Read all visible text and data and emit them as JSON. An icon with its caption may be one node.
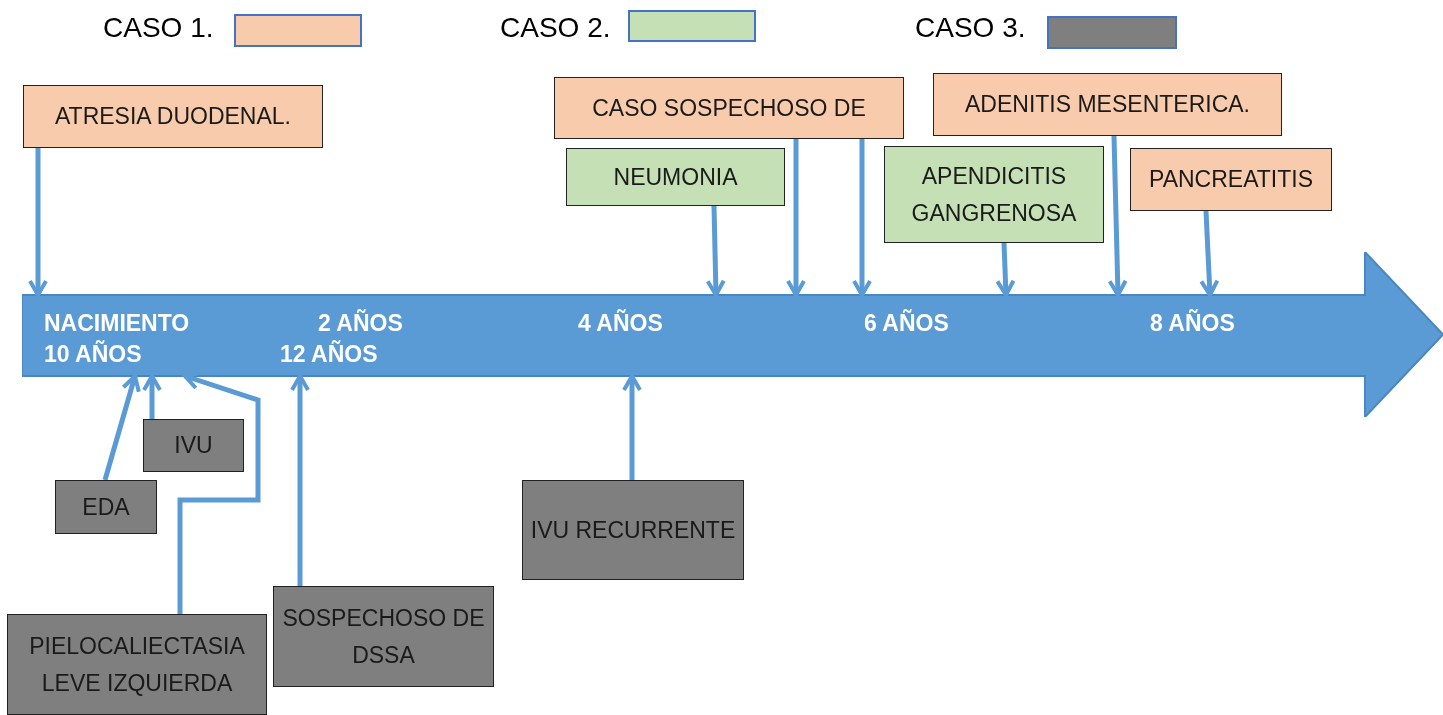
{
  "diagram": {
    "nodes": [
      {
        "text": [
          "NACIMIENTO",
          "2 AÑOS",
          "4 AÑOS",
          "6 AÑOS",
          "8 AÑOS",
          "10 AÑOS",
          "12 AÑOS"
        ]
      },
      {
        "text": [
          "ATRESIA DUODENAL."
        ]
      },
      {
        "text": [
          "CASO SOSPECHOSO DE"
        ]
      },
      {
        "text": [
          "ADENITIS MESENTERICA."
        ]
      },
      {
        "text": [
          "NEUMONIA"
        ]
      },
      {
        "text": [
          "APENDICITIS GANGRENOSA"
        ]
      },
      {
        "text": [
          "PANCREATITIS"
        ]
      },
      {
        "text": [
          "IVU"
        ]
      },
      {
        "text": [
          "EDA"
        ]
      },
      {
        "text": [
          "IVU RECURRENTE"
        ]
      },
      {
        "text": [
          "PIELOCALIECTASIA LEVE IZQUIERDA"
        ]
      },
      {
        "text": [
          "SOSPECHOSO DE DSSA"
        ]
      }
    ],
    "edges": [
      {
        "from": 1,
        "to": 0,
        "arrow": "to"
      },
      {
        "from": 2,
        "to": 0,
        "arrow": "to"
      },
      {
        "from": 2,
        "to": 0,
        "arrow": "to"
      },
      {
        "from": 3,
        "to": 0,
        "arrow": "to"
      },
      {
        "from": 4,
        "to": 0,
        "arrow": "to"
      },
      {
        "from": 5,
        "to": 0,
        "arrow": "to"
      },
      {
        "from": 6,
        "to": 0,
        "arrow": "to"
      },
      {
        "from": 7,
        "to": 0,
        "arrow": "to"
      },
      {
        "from": 8,
        "to": 0,
        "arrow": "to"
      },
      {
        "from": 9,
        "to": 0,
        "arrow": "to"
      },
      {
        "from": 10,
        "to": 0,
        "arrow": "to"
      },
      {
        "from": 11,
        "to": 0,
        "arrow": "to"
      }
    ],
    "legend": [
      {
        "text": "CASO 1.",
        "color": "#f8cbad"
      },
      {
        "text": "CASO 2.",
        "color": "#c5e0b4"
      },
      {
        "text": "CASO 3.",
        "color": "#7f7f7f"
      }
    ]
  }
}
